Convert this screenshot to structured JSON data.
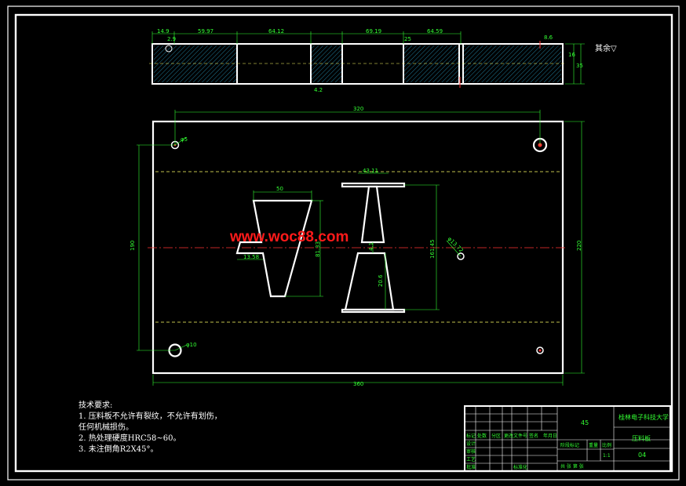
{
  "drawing": {
    "top_view_dims": [
      "14.9",
      "59.97",
      "64.12",
      "69.19",
      "64.59",
      "16",
      "35",
      "25",
      "2.9",
      "4.2",
      "8.6"
    ],
    "roughness": "其余▽",
    "front_dims": {
      "top": "320",
      "bottom": "360",
      "left": "190",
      "right": "220",
      "hole_tl": "φ5",
      "hole_bl": "φ10",
      "hole_mr": "φ13.72",
      "cut_left_top": "50",
      "cut_left_small": "13.58",
      "cut_left_height": "81.33",
      "cut_right_top": "43.11",
      "cut_right_mid": "20.6",
      "cut_right_neck": "4.1",
      "cut_right_height": "161.45"
    },
    "watermark": "www.woc88.com",
    "tech_notes": {
      "title": "技术要求:",
      "line1": "1. 压料板不允许有裂纹，不允许有划伤，",
      "line2": "任何机械损伤。",
      "line3": "2. 热处理硬度HRC58~60。",
      "line4": "3. 未注倒角R2X45°。"
    },
    "title_block": {
      "material": "45",
      "school": "桂林电子科技大学",
      "part_name": "压料板",
      "drawing_no": "04",
      "scale": "1:1",
      "stage_label": "阶段标记",
      "weight_label": "重量",
      "scale_label": "比例",
      "sheet_label": "共  张  第  张",
      "row_labels": [
        "标记",
        "处数",
        "分区",
        "更改文件号",
        "签名",
        "年月日"
      ],
      "role_labels": [
        "设计",
        "审核",
        "工艺",
        "批准"
      ],
      "std_label": "标准化"
    }
  }
}
